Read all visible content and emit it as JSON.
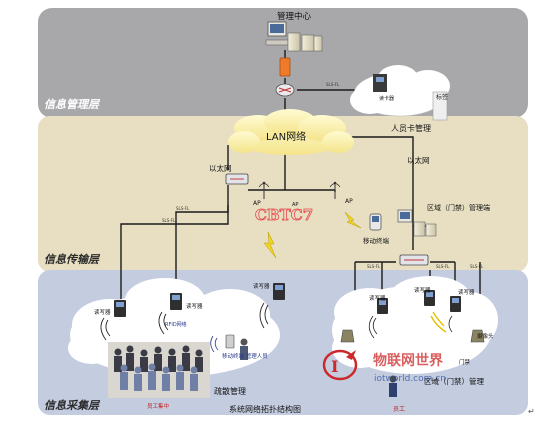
{
  "colors": {
    "layer_mgmt": "#a8a8ab",
    "layer_trans": "#e8dfc3",
    "layer_acq": "#c4cde0",
    "cloud_lan": "#fbf0a6",
    "cloud_white": "#ffffff",
    "line": "#1a1a1a",
    "cbtc_red": "#e5484d",
    "watermark_red": "#cc2a2a",
    "watermark_blue": "#3a5da8"
  },
  "layers": {
    "management": "信息管理层",
    "transmission": "信息传输层",
    "acquisition": "信息采集层"
  },
  "labels": {
    "management_center": "管理中心",
    "lan": "LAN网络",
    "personnel_card_mgmt": "人员卡管理",
    "tag": "标签",
    "reader_small": "读卡器",
    "ethernet_left": "以太网",
    "ethernet_right": "以太网",
    "ap_left": "AP",
    "ap_right": "AP",
    "ap_center": "AP",
    "cbtc": "CBTC7",
    "mobile_terminal": "移动终端",
    "zone_gate_mgmt": "区域（门禁）管理端",
    "reader_1": "读写器",
    "reader_2": "读写器",
    "reader_3": "读写器",
    "reader_4": "读写器",
    "reader_5": "读写器",
    "reader_6": "读写器",
    "rfid_network": "RFID网络",
    "mobile_terminal_mgr": "移动终端 管理人员",
    "evac_mgmt": "疏散管理",
    "staff_gathering": "员工集中",
    "access_control": "门禁",
    "camera": "摄像头",
    "staff": "员工",
    "zone_mgmt": "区域（门禁）管理",
    "caption": "系统网络拓扑结构图",
    "watermark_cn": "物联网世界",
    "watermark_url": "iotworld.com.cn",
    "fiber_a": "SLS-FL",
    "fiber_b": "SLS-FL",
    "fiber_c": "SLS-FL",
    "fiber_d": "SLS-FL",
    "fiber_e": "SLS-FL",
    "fiber_f": "SLS-FL",
    "return_mark": "↵"
  }
}
